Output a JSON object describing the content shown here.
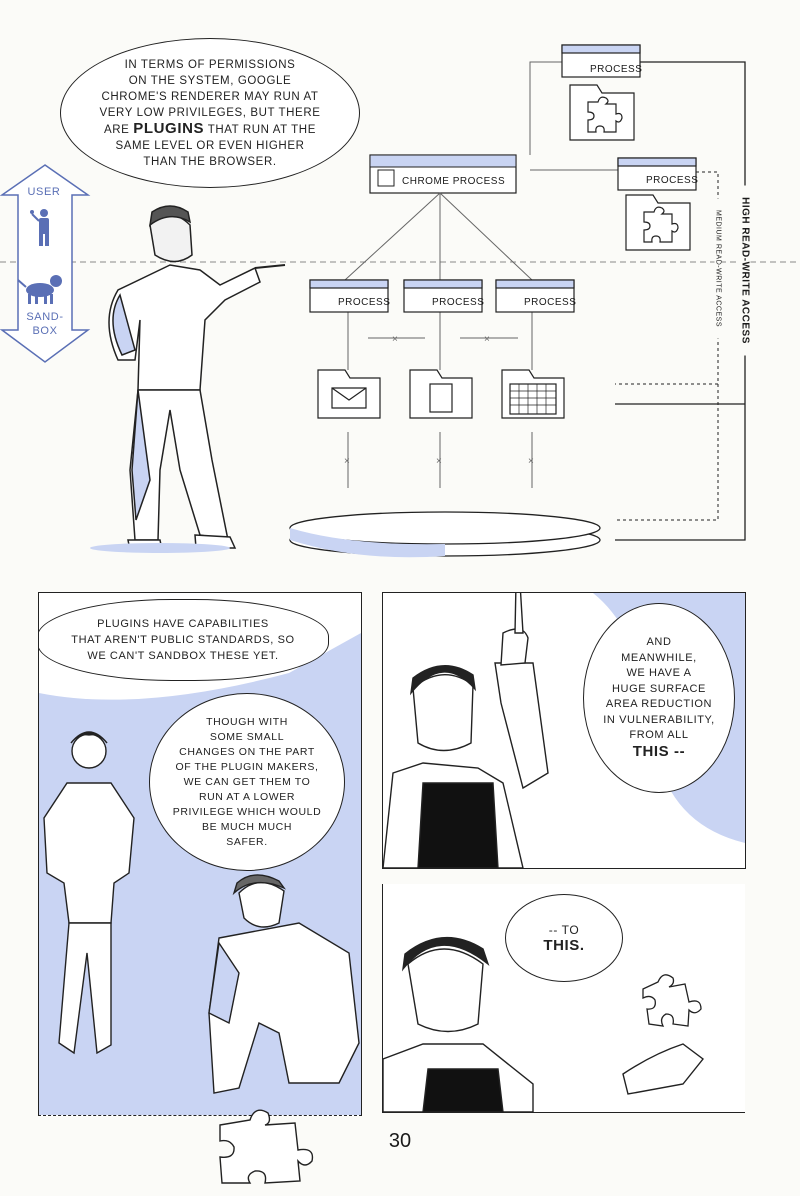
{
  "top": {
    "speech": [
      "In terms of permissions",
      "on the system, Google",
      "Chrome's renderer may run at",
      "very low privileges, but there",
      "are",
      "plugins",
      "that run at the",
      "same level or even higher",
      "than the browser."
    ],
    "user_label": "User",
    "sandbox_label": [
      "Sand-",
      "box"
    ],
    "chrome_process": "Chrome Process",
    "process": "Process",
    "high_access": "High read-write access",
    "medium_access": "Medium read-write access"
  },
  "panel_left": {
    "speech_1": [
      "Plugins have capabilities",
      "that aren't public standards, so",
      "we can't sandbox these yet."
    ],
    "speech_2": [
      "Though with",
      "some small",
      "changes on the part",
      "of the plugin makers,",
      "we can get them to",
      "run at a lower",
      "privilege which would",
      "be much much",
      "safer."
    ]
  },
  "panel_right_top": {
    "speech": [
      "And",
      "meanwhile,",
      "we have a",
      "huge surface",
      "area reduction",
      "in vulnerability,",
      "from all",
      "this --"
    ]
  },
  "panel_right_bottom": {
    "speech": [
      "-- to",
      "this."
    ]
  },
  "page_number": "30",
  "colors": {
    "accent_blue": "#c9d4f3",
    "ink": "#1a1a1a",
    "paper": "#fbfbf8"
  }
}
